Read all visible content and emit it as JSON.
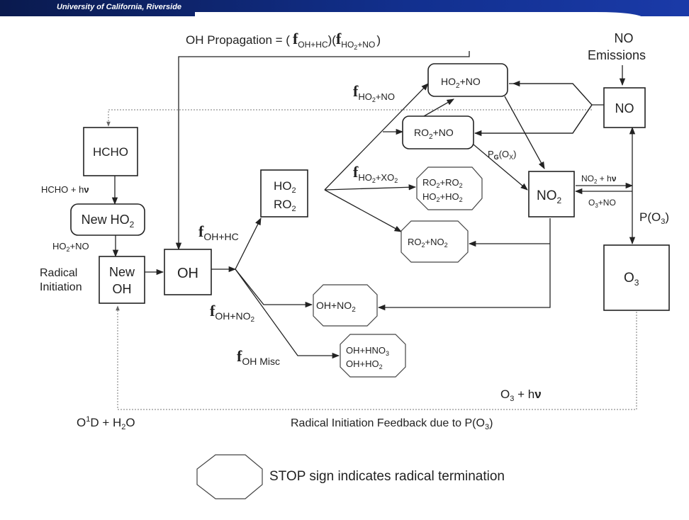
{
  "header": {
    "institution": "University of California, Riverside",
    "banner_colors": [
      "#0a1a4e",
      "#1a3aa8",
      "#ffffff"
    ]
  },
  "diagram": {
    "propagation": {
      "prefix": "OH Propagation = (",
      "f1_sub": "OH+HC",
      "mid": ")(",
      "f2_sub_a": "HO",
      "f2_sub_sub": "2",
      "f2_sub_b": "+NO",
      "suffix": ")"
    },
    "nodes": {
      "hcho": "HCHO",
      "new_ho2": {
        "a": "New HO",
        "sub": "2"
      },
      "new_oh": {
        "l1": "New",
        "l2": "OH"
      },
      "oh": "OH",
      "ho2_ro2": {
        "l1a": "HO",
        "l1sub": "2",
        "l2a": "RO",
        "l2sub": "2"
      },
      "ho2_no": {
        "a": "HO",
        "sub": "2",
        "b": "+NO"
      },
      "ro2_no": {
        "a": "RO",
        "sub": "2",
        "b": "+NO"
      },
      "no2": {
        "a": "NO",
        "sub": "2"
      },
      "no": "NO",
      "o3": {
        "a": "O",
        "sub": "3"
      }
    },
    "stops": {
      "ro2_ro2": {
        "a": "RO",
        "s1": "2",
        "b": "+RO",
        "s2": "2"
      },
      "ho2_ho2": {
        "a": "HO",
        "s1": "2",
        "b": "+HO",
        "s2": "2"
      },
      "ro2_no2": {
        "a": "RO",
        "s1": "2",
        "b": "+NO",
        "s2": "2"
      },
      "oh_no2": {
        "a": "OH+NO",
        "s1": "2"
      },
      "oh_hno3": {
        "a": "OH+HNO",
        "s1": "3"
      },
      "oh_ho2": {
        "a": "OH+HO",
        "s1": "2"
      }
    },
    "labels": {
      "f_symbol": "f",
      "f_ho2_no_sub": {
        "a": "HO",
        "s": "2",
        "b": "+NO"
      },
      "f_ho2_xo2_sub": {
        "a": "HO",
        "s": "2",
        "b": "+XO",
        "s2": "2"
      },
      "f_oh_hc_sub": "OH+HC",
      "f_oh_no2_sub": {
        "a": "OH+NO",
        "s": "2"
      },
      "f_oh_misc_sub": "OH Misc",
      "no_emissions": {
        "l1": "NO",
        "l2": "Emissions"
      },
      "hcho_hv": {
        "a": "HCHO + h",
        "nu": "ν"
      },
      "ho2_plus_no": {
        "a": "HO",
        "s": "2",
        "b": "+NO"
      },
      "radical_initiation": {
        "l1": "Radical",
        "l2": "Initiation"
      },
      "pg_ox": {
        "a": "P",
        "s": "G",
        "b": "(O",
        "s2": "X",
        "c": ")"
      },
      "no2_hv": {
        "a": "NO",
        "s": "2",
        "b": " + h",
        "nu": "ν"
      },
      "o3_no": {
        "a": "O",
        "s": "3",
        "b": "+NO"
      },
      "p_o3": {
        "a": "P(O",
        "s": "3",
        "b": ")"
      },
      "o3_hv": {
        "a": "O",
        "s": "3",
        "b": " + h",
        "nu": "ν"
      },
      "o1d_h2o": {
        "a": "O",
        "sup": "1",
        "b": "D + H",
        "s": "2",
        "c": "O"
      },
      "feedback": {
        "a": "Radical Initiation Feedback due to P(O",
        "s": "3",
        "b": ")"
      },
      "legend": "STOP sign indicates radical termination"
    }
  }
}
